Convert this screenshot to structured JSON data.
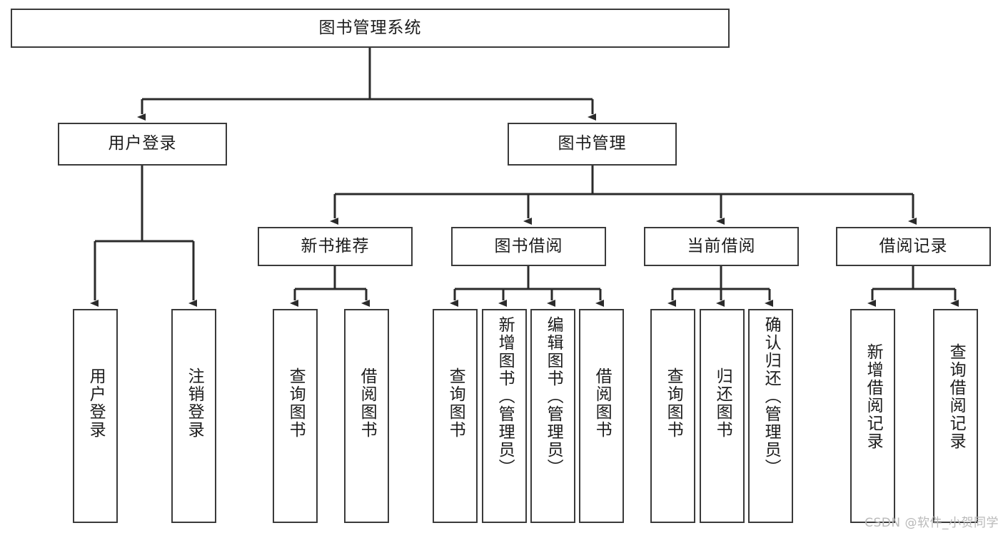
{
  "diagram": {
    "title": "图书管理系统",
    "type": "hierarchy-tree",
    "orientation": "top-down",
    "colors": {
      "background": "#ffffff",
      "box_border": "#3a3a3a",
      "box_fill": "#ffffff",
      "connector": "#2b2b2b",
      "text": "#1c1c1c",
      "watermark": "#b9b9b9"
    },
    "root": {
      "label": "图书管理系统"
    },
    "level2": [
      {
        "id": "user-login",
        "label": "用户登录"
      },
      {
        "id": "book-manage",
        "label": "图书管理"
      }
    ],
    "level3": [
      {
        "id": "new-book-recommend",
        "label": "新书推荐"
      },
      {
        "id": "book-borrow",
        "label": "图书借阅"
      },
      {
        "id": "current-borrow",
        "label": "当前借阅"
      },
      {
        "id": "borrow-record",
        "label": "借阅记录"
      }
    ],
    "leaves": {
      "user_login": [
        {
          "id": "leaf-user-login",
          "label": "用户登录"
        },
        {
          "id": "leaf-logout",
          "label": "注销登录"
        }
      ],
      "new_book_recommend": [
        {
          "id": "leaf-query-book-1",
          "label": "查询图书"
        },
        {
          "id": "leaf-borrow-book-1",
          "label": "借阅图书"
        }
      ],
      "book_borrow": [
        {
          "id": "leaf-query-book-2",
          "label": "查询图书"
        },
        {
          "id": "leaf-add-book",
          "label": "新增图书（管理员）"
        },
        {
          "id": "leaf-edit-book",
          "label": "编辑图书（管理员）"
        },
        {
          "id": "leaf-borrow-book-2",
          "label": "借阅图书"
        }
      ],
      "current_borrow": [
        {
          "id": "leaf-query-book-3",
          "label": "查询图书"
        },
        {
          "id": "leaf-return-book",
          "label": "归还图书"
        },
        {
          "id": "leaf-confirm-return",
          "label": "确认归还（管理员）"
        }
      ],
      "borrow_record": [
        {
          "id": "leaf-add-record",
          "label": "新增借阅记录"
        },
        {
          "id": "leaf-query-record",
          "label": "查询借阅记录"
        }
      ]
    },
    "watermark": "CSDN @软件_小贺同学"
  }
}
